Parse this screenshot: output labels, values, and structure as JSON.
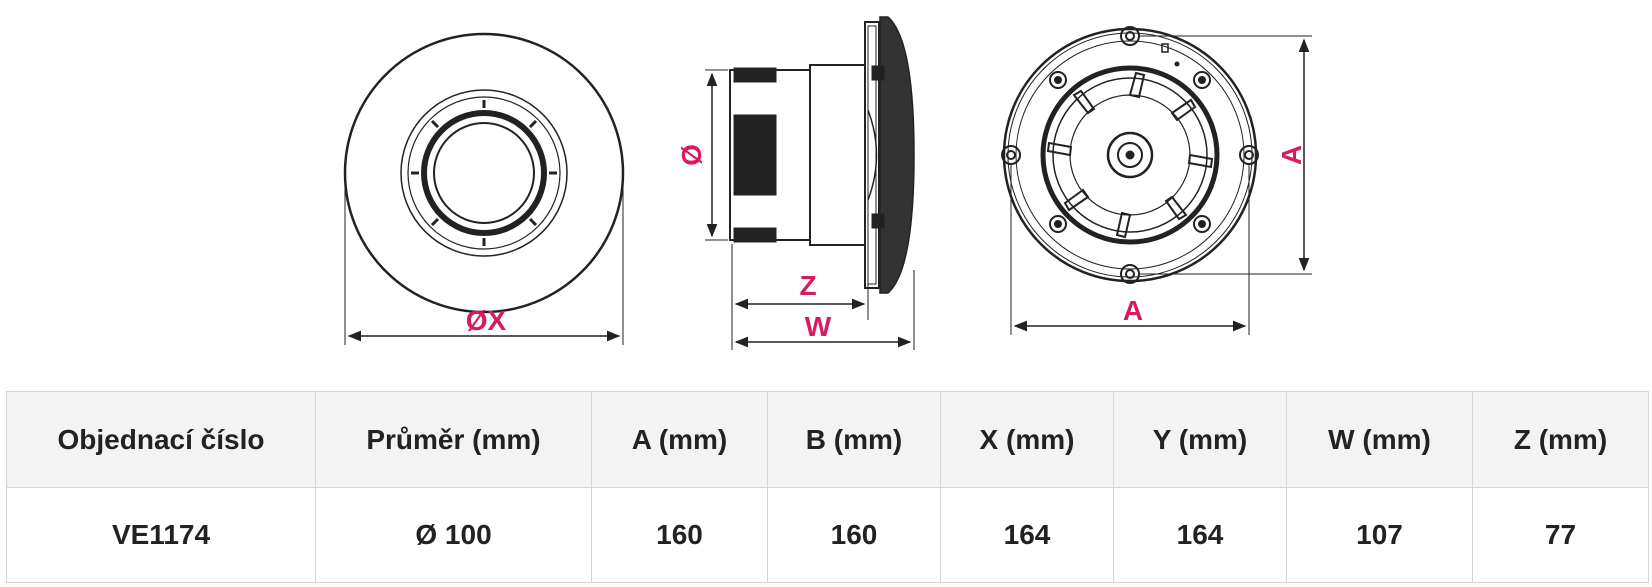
{
  "drawing": {
    "front_view": {
      "diameter_label": "ØX"
    },
    "side_view": {
      "diameter_label": "Ø",
      "depth_short_label": "Z",
      "depth_total_label": "W"
    },
    "back_view": {
      "width_label": "A",
      "height_label": "A"
    },
    "accent_color": "#d81b60",
    "line_color": "#222222"
  },
  "table": {
    "headers": [
      "Objednací číslo",
      "Průměr (mm)",
      "A (mm)",
      "B (mm)",
      "X (mm)",
      "Y (mm)",
      "W (mm)",
      "Z (mm)"
    ],
    "rows": [
      [
        "VE1174",
        "Ø 100",
        "160",
        "160",
        "164",
        "164",
        "107",
        "77"
      ]
    ]
  }
}
